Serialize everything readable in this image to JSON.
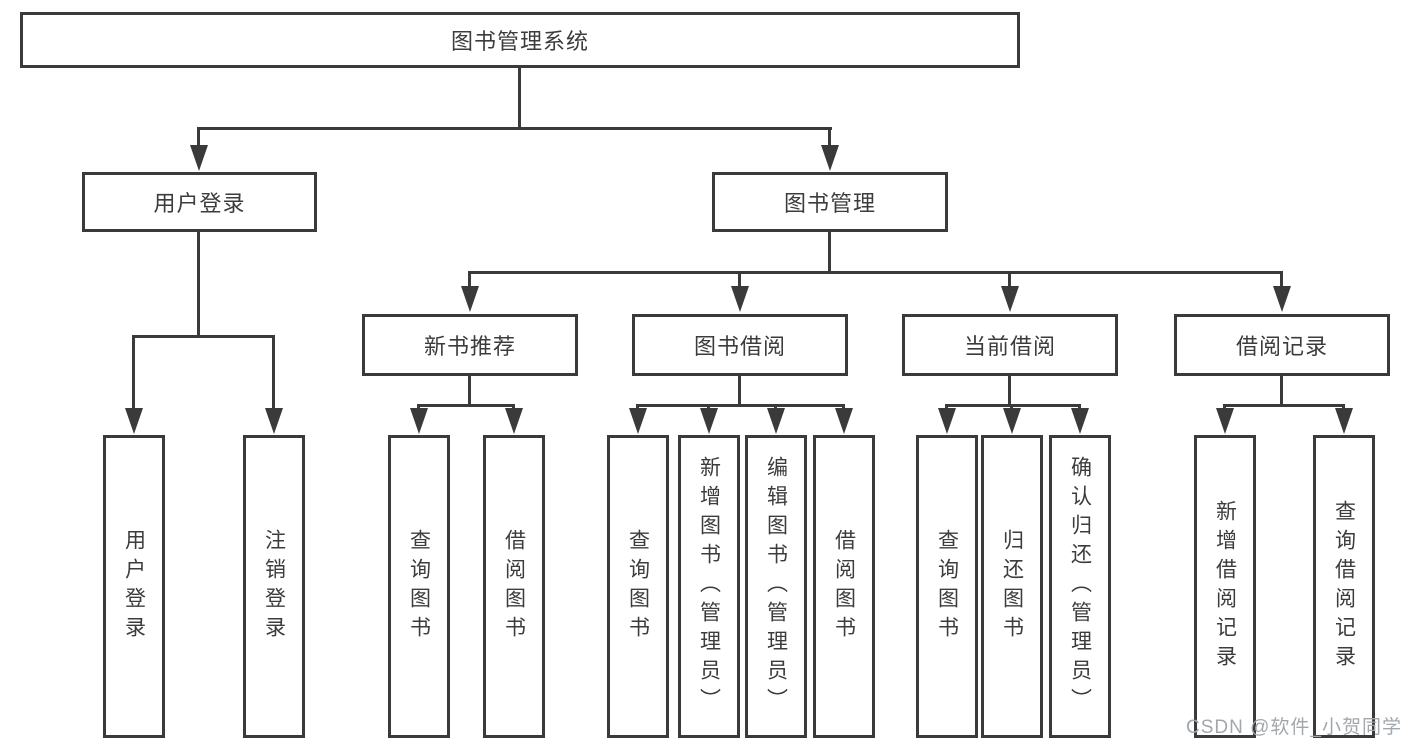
{
  "nodes": {
    "root": "图书管理系统",
    "level1": [
      "用户登录",
      "图书管理"
    ],
    "level2": [
      "新书推荐",
      "图书借阅",
      "当前借阅",
      "借阅记录"
    ],
    "leaves_user_login": [
      "用户登录",
      "注销登录"
    ],
    "leaves_new_book": [
      "查询图书",
      "借阅图书"
    ],
    "leaves_book_borrow": [
      "查询图书",
      "新增图书（管理员）",
      "编辑图书（管理员）",
      "借阅图书"
    ],
    "leaves_current_borrow": [
      "查询图书",
      "归还图书",
      "确认归还（管理员）"
    ],
    "leaves_borrow_records": [
      "新增借阅记录",
      "查询借阅记录"
    ]
  },
  "watermark": "CSDN @软件_小贺同学",
  "colors": {
    "line": "#3a3a3a",
    "text": "#3c3c3c",
    "watermark": "#a2a7ac",
    "background": "#ffffff"
  }
}
